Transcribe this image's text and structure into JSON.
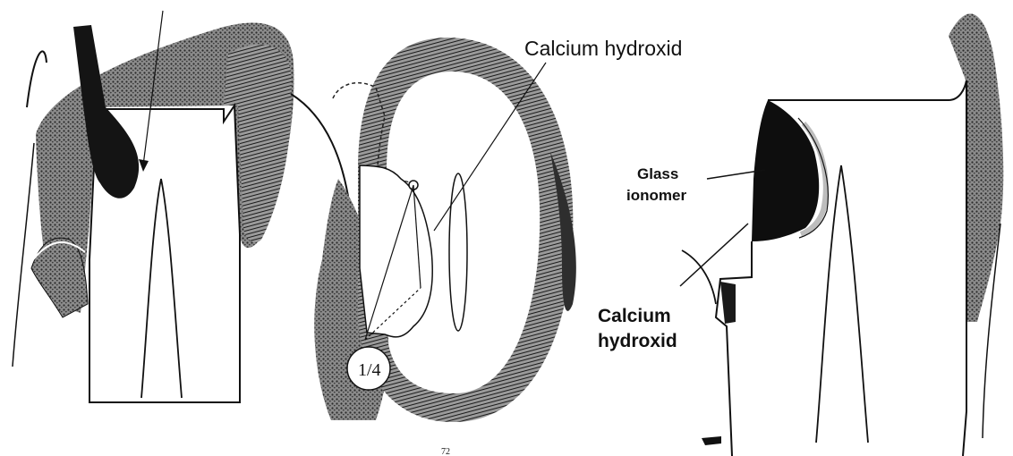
{
  "labels": {
    "top_right": "Calcium hydroxid",
    "glass_ionomer_line1": "Glass",
    "glass_ionomer_line2": "ionomer",
    "calcium_hydroxid_line1": "Calcium",
    "calcium_hydroxid_line2": "hydroxid",
    "circle_fraction": "1/4",
    "page_mark": "72"
  },
  "colors": {
    "ink": "#111111",
    "dentin": "#3a3a3a",
    "enamel": "#5c5c5c",
    "paper": "#ffffff"
  }
}
